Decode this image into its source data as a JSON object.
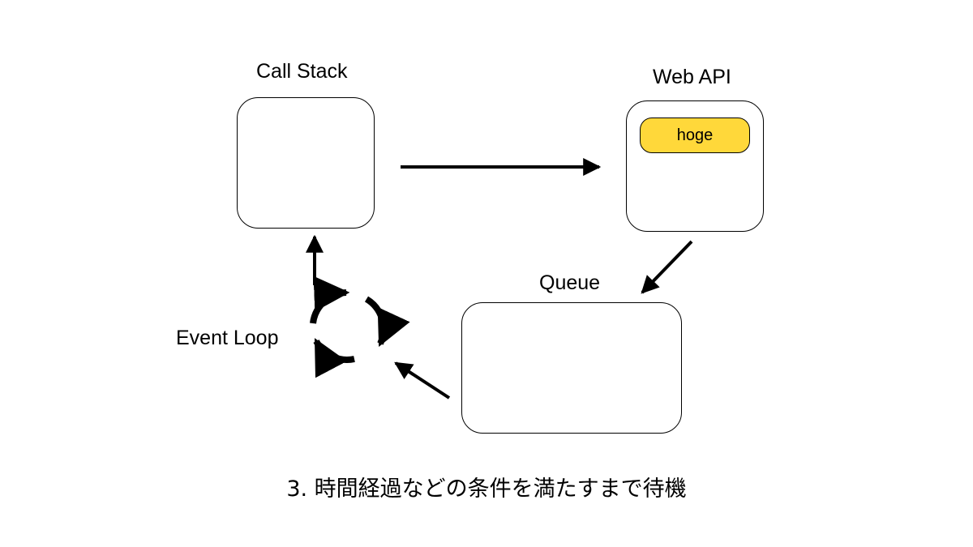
{
  "nodes": {
    "call_stack": {
      "title": "Call Stack"
    },
    "web_api": {
      "title": "Web API",
      "item": "hoge",
      "item_color": "#ffd83a"
    },
    "queue": {
      "title": "Queue"
    },
    "event_loop": {
      "title": "Event Loop"
    }
  },
  "caption": "3. 時間経過などの条件を満たすまで待機"
}
